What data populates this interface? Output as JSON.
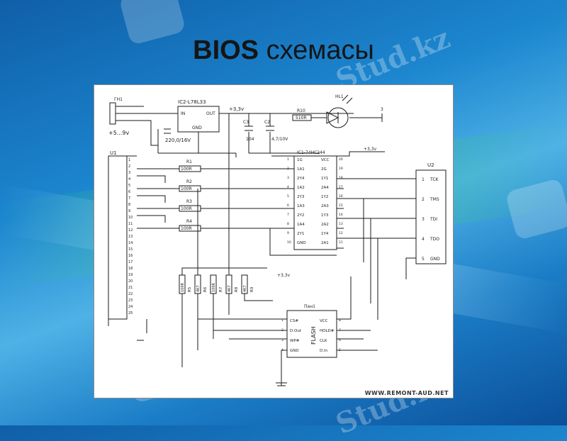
{
  "slide": {
    "title_bold": "BIOS",
    "title_rest": " схемасы"
  },
  "watermark": "Stud.kz",
  "schematic": {
    "labels": {
      "gn1": "ГН1",
      "supply": "+5...9v",
      "ic2": "IC2-L78L33",
      "in": "IN",
      "out": "OUT",
      "gnd": "GND",
      "cap1": "220,0/16V",
      "v33_a": "+3,3v",
      "c3": "C3",
      "c3val": "104",
      "c2": "C2",
      "c2val": "4,7/10V",
      "r10": "R10",
      "r10val": "510R",
      "hl1": "HL1",
      "pin3": "3",
      "u1": "U1",
      "ic1": "IC1-74HC244",
      "v33_b": "+3,3v",
      "u2": "U2",
      "r1": "R1",
      "r2": "R2",
      "r3": "R3",
      "r4": "R4",
      "rval": "100R",
      "v33_c": "+3,3v",
      "pan1": "Пан1",
      "flash": "FLASH",
      "site": "WWW.REMONT-AUD.NET"
    },
    "ic1_left": [
      "1G",
      "1A1",
      "2Y4",
      "1A2",
      "2Y3",
      "1A3",
      "2Y2",
      "1A4",
      "2Y1",
      "GND"
    ],
    "ic1_right": [
      "VCC",
      "2G",
      "1Y1",
      "2A4",
      "1Y2",
      "2A3",
      "1Y3",
      "2A2",
      "1Y4",
      "2A1"
    ],
    "ic1_left_nums": [
      "1",
      "2",
      "3",
      "4",
      "5",
      "6",
      "7",
      "8",
      "9",
      "10"
    ],
    "ic1_right_nums": [
      "20",
      "19",
      "18",
      "17",
      "16",
      "15",
      "14",
      "13",
      "12",
      "11"
    ],
    "u2_pins": [
      "TCK",
      "TMS",
      "TDI",
      "TDO",
      "GND"
    ],
    "u2_nums": [
      "1",
      "2",
      "3",
      "4",
      "5"
    ],
    "u1_nums": [
      "1",
      "2",
      "3",
      "4",
      "5",
      "6",
      "7",
      "8",
      "9",
      "10",
      "11",
      "12",
      "13",
      "14",
      "15",
      "16",
      "17",
      "18",
      "19",
      "20",
      "21",
      "22",
      "23",
      "24",
      "25"
    ],
    "resistors_bottom": [
      {
        "name": "R5",
        "value": "100R"
      },
      {
        "name": "R6",
        "value": "4K7"
      },
      {
        "name": "R7",
        "value": "100R"
      },
      {
        "name": "R8",
        "value": "4K7"
      },
      {
        "name": "R9",
        "value": "4K7"
      }
    ],
    "flash_left": [
      "CS#",
      "D.Out",
      "WP#",
      "GND"
    ],
    "flash_right": [
      "VCC",
      "HOLD#",
      "CLK",
      "D.In"
    ],
    "flash_left_nums": [
      "1",
      "2",
      "3",
      "4"
    ],
    "flash_right_nums": [
      "8",
      "7",
      "6",
      "5"
    ]
  }
}
